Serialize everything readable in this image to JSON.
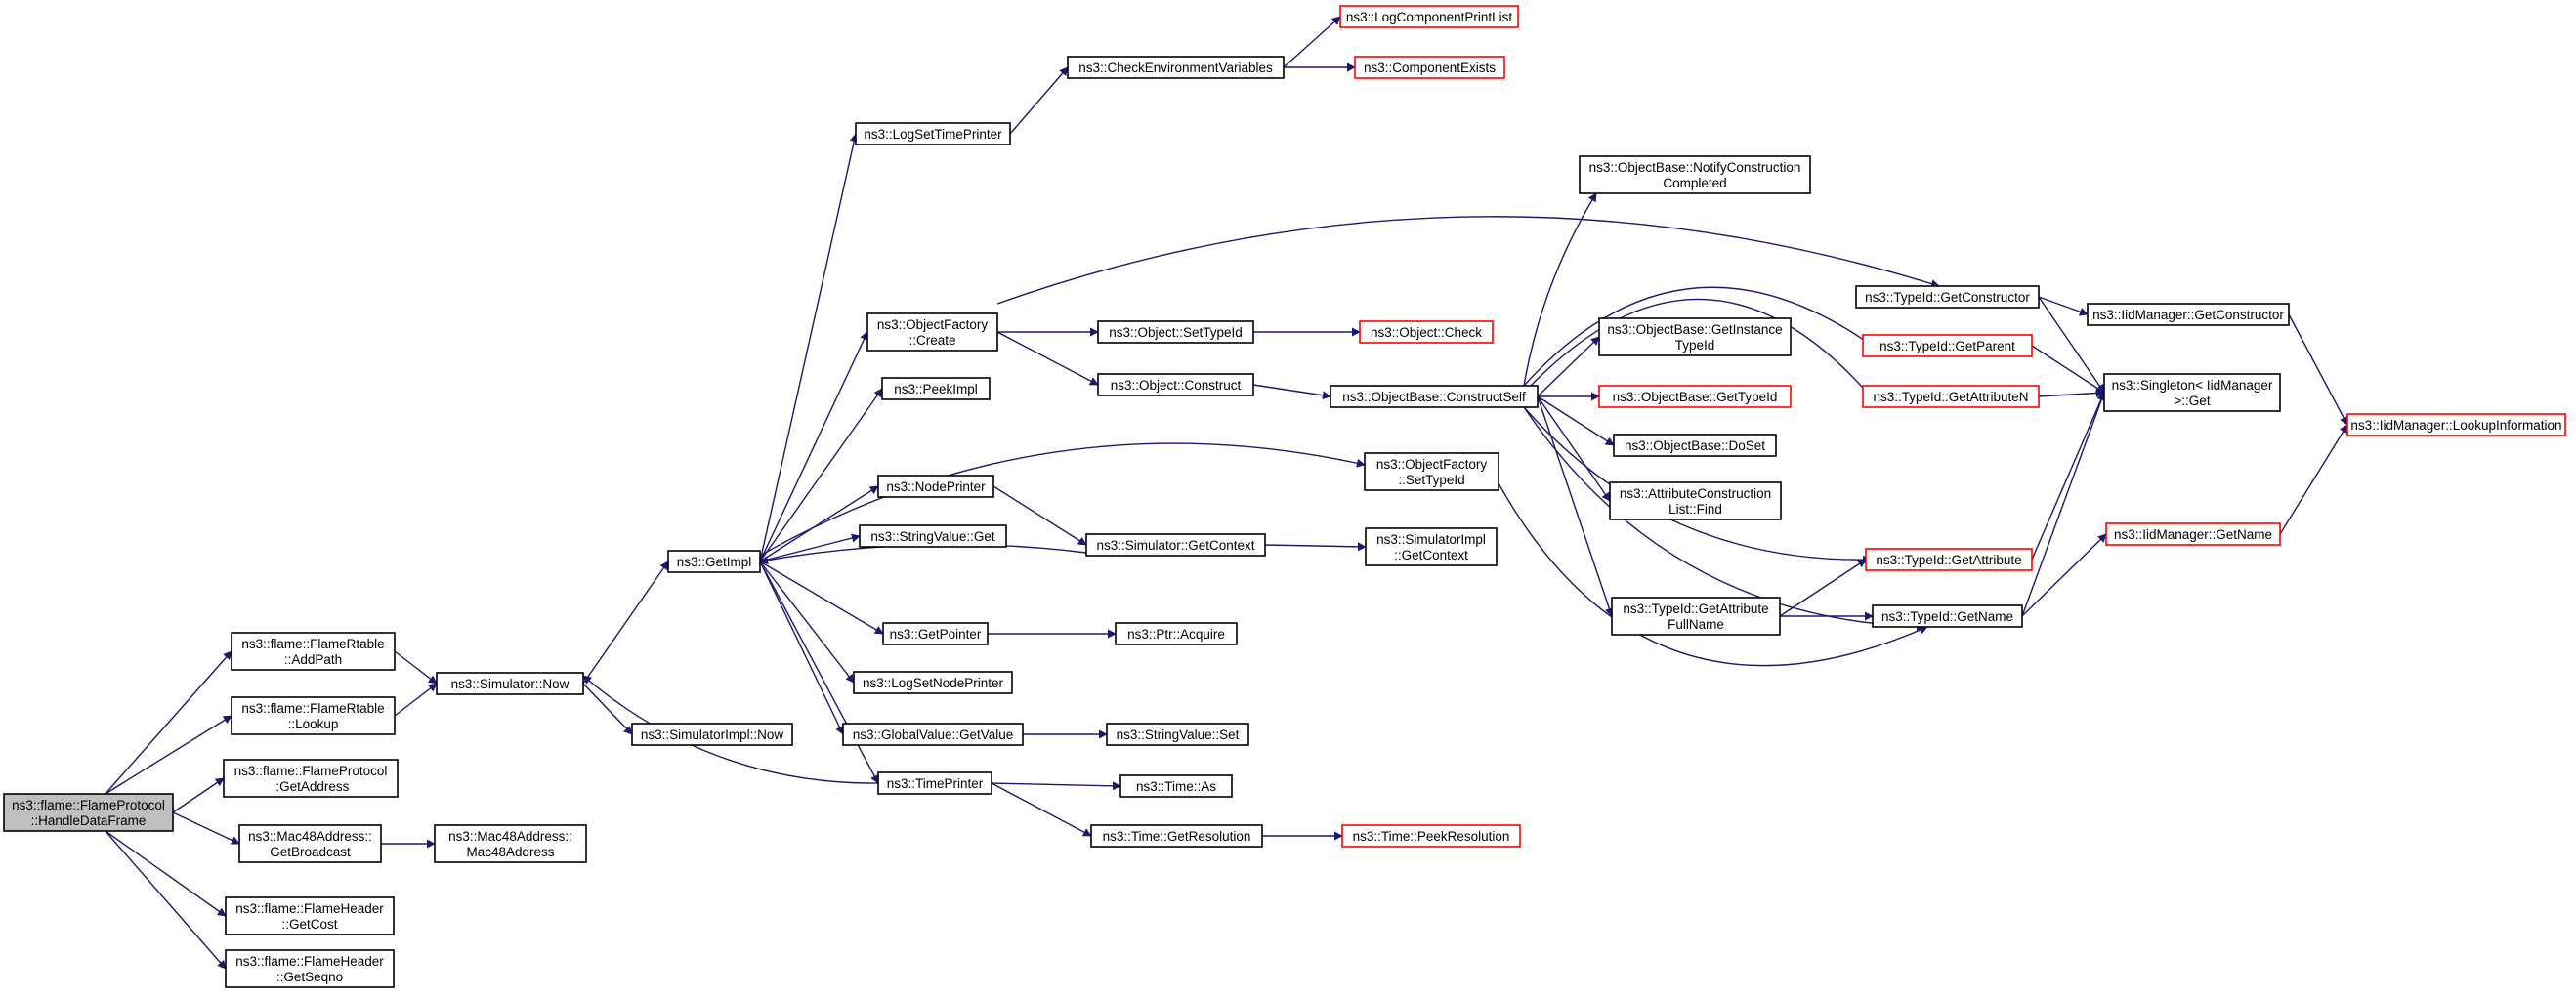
{
  "colors": {
    "edge": "#191970",
    "box_border": "#000000",
    "truncated_border": "#ff0000",
    "root_fill": "#bfbfbf",
    "fill": "#ffffff",
    "background": "#ffffff"
  },
  "nodes": [
    {
      "id": "root",
      "lines": [
        "ns3::flame::FlameProtocol",
        "::HandleDataFrame"
      ],
      "style": "root"
    },
    {
      "id": "addPath",
      "lines": [
        "ns3::flame::FlameRtable",
        "::AddPath"
      ],
      "style": "normal"
    },
    {
      "id": "lookup",
      "lines": [
        "ns3::flame::FlameRtable",
        "::Lookup"
      ],
      "style": "normal"
    },
    {
      "id": "getAddress",
      "lines": [
        "ns3::flame::FlameProtocol",
        "::GetAddress"
      ],
      "style": "normal"
    },
    {
      "id": "getBroadcast",
      "lines": [
        "ns3::Mac48Address::",
        "GetBroadcast"
      ],
      "style": "normal"
    },
    {
      "id": "getCost",
      "lines": [
        "ns3::flame::FlameHeader",
        "::GetCost"
      ],
      "style": "normal"
    },
    {
      "id": "getSeqno",
      "lines": [
        "ns3::flame::FlameHeader",
        "::GetSeqno"
      ],
      "style": "normal"
    },
    {
      "id": "simNow",
      "lines": [
        "ns3::Simulator::Now"
      ],
      "style": "normal"
    },
    {
      "id": "mac48",
      "lines": [
        "ns3::Mac48Address::",
        "Mac48Address"
      ],
      "style": "normal"
    },
    {
      "id": "getImpl",
      "lines": [
        "ns3::GetImpl"
      ],
      "style": "normal"
    },
    {
      "id": "simImplNow",
      "lines": [
        "ns3::SimulatorImpl::Now"
      ],
      "style": "normal"
    },
    {
      "id": "logSetTimePrinter",
      "lines": [
        "ns3::LogSetTimePrinter"
      ],
      "style": "normal"
    },
    {
      "id": "objFactoryCreate",
      "lines": [
        "ns3::ObjectFactory",
        "::Create"
      ],
      "style": "normal"
    },
    {
      "id": "peekImpl",
      "lines": [
        "ns3::PeekImpl"
      ],
      "style": "normal"
    },
    {
      "id": "nodePrinter",
      "lines": [
        "ns3::NodePrinter"
      ],
      "style": "normal"
    },
    {
      "id": "stringValueGet",
      "lines": [
        "ns3::StringValue::Get"
      ],
      "style": "normal"
    },
    {
      "id": "getPointer",
      "lines": [
        "ns3::GetPointer"
      ],
      "style": "normal"
    },
    {
      "id": "logSetNodePrinter",
      "lines": [
        "ns3::LogSetNodePrinter"
      ],
      "style": "normal"
    },
    {
      "id": "globalValueGetValue",
      "lines": [
        "ns3::GlobalValue::GetValue"
      ],
      "style": "normal"
    },
    {
      "id": "timePrinter",
      "lines": [
        "ns3::TimePrinter"
      ],
      "style": "normal"
    },
    {
      "id": "checkEnv",
      "lines": [
        "ns3::CheckEnvironmentVariables"
      ],
      "style": "normal"
    },
    {
      "id": "logComponentPrintList",
      "lines": [
        "ns3::LogComponentPrintList"
      ],
      "style": "truncated"
    },
    {
      "id": "componentExists",
      "lines": [
        "ns3::ComponentExists"
      ],
      "style": "truncated"
    },
    {
      "id": "objectSetTypeId",
      "lines": [
        "ns3::Object::SetTypeId"
      ],
      "style": "normal"
    },
    {
      "id": "objectConstruct",
      "lines": [
        "ns3::Object::Construct"
      ],
      "style": "normal"
    },
    {
      "id": "simGetContext",
      "lines": [
        "ns3::Simulator::GetContext"
      ],
      "style": "normal"
    },
    {
      "id": "ptrAcquire",
      "lines": [
        "ns3::Ptr::Acquire"
      ],
      "style": "normal"
    },
    {
      "id": "stringValueSet",
      "lines": [
        "ns3::StringValue::Set"
      ],
      "style": "normal"
    },
    {
      "id": "timeAs",
      "lines": [
        "ns3::Time::As"
      ],
      "style": "normal"
    },
    {
      "id": "timeGetResolution",
      "lines": [
        "ns3::Time::GetResolution"
      ],
      "style": "normal"
    },
    {
      "id": "objectCheck",
      "lines": [
        "ns3::Object::Check"
      ],
      "style": "truncated"
    },
    {
      "id": "objBaseConstructSelf",
      "lines": [
        "ns3::ObjectBase::ConstructSelf"
      ],
      "style": "normal"
    },
    {
      "id": "objFactorySetTypeId",
      "lines": [
        "ns3::ObjectFactory",
        "::SetTypeId"
      ],
      "style": "normal"
    },
    {
      "id": "simImplGetContext",
      "lines": [
        "ns3::SimulatorImpl",
        "::GetContext"
      ],
      "style": "normal"
    },
    {
      "id": "timePeekResolution",
      "lines": [
        "ns3::Time::PeekResolution"
      ],
      "style": "truncated"
    },
    {
      "id": "notifyConstruction",
      "lines": [
        "ns3::ObjectBase::NotifyConstruction",
        "Completed"
      ],
      "style": "normal"
    },
    {
      "id": "getInstanceTypeId",
      "lines": [
        "ns3::ObjectBase::GetInstance",
        "TypeId"
      ],
      "style": "normal"
    },
    {
      "id": "objBaseGetTypeId",
      "lines": [
        "ns3::ObjectBase::GetTypeId"
      ],
      "style": "truncated"
    },
    {
      "id": "objBaseDoSet",
      "lines": [
        "ns3::ObjectBase::DoSet"
      ],
      "style": "normal"
    },
    {
      "id": "attrConstructionListFind",
      "lines": [
        "ns3::AttributeConstruction",
        "List::Find"
      ],
      "style": "normal"
    },
    {
      "id": "typeIdGetAttrFullName",
      "lines": [
        "ns3::TypeId::GetAttribute",
        "FullName"
      ],
      "style": "normal"
    },
    {
      "id": "typeIdGetConstructor",
      "lines": [
        "ns3::TypeId::GetConstructor"
      ],
      "style": "normal"
    },
    {
      "id": "typeIdGetParent",
      "lines": [
        "ns3::TypeId::GetParent"
      ],
      "style": "truncated"
    },
    {
      "id": "typeIdGetAttributeN",
      "lines": [
        "ns3::TypeId::GetAttributeN"
      ],
      "style": "truncated"
    },
    {
      "id": "typeIdGetAttribute",
      "lines": [
        "ns3::TypeId::GetAttribute"
      ],
      "style": "truncated"
    },
    {
      "id": "typeIdGetName",
      "lines": [
        "ns3::TypeId::GetName"
      ],
      "style": "normal"
    },
    {
      "id": "iidGetConstructor",
      "lines": [
        "ns3::IidManager::GetConstructor"
      ],
      "style": "normal"
    },
    {
      "id": "singletonGet",
      "lines": [
        "ns3::Singleton< IidManager",
        ">::Get"
      ],
      "style": "normal"
    },
    {
      "id": "iidGetName",
      "lines": [
        "ns3::IidManager::GetName"
      ],
      "style": "truncated"
    },
    {
      "id": "iidLookupInformation",
      "lines": [
        "ns3::IidManager::LookupInformation"
      ],
      "style": "truncated"
    }
  ],
  "edges": [
    {
      "from": "root",
      "to": "addPath"
    },
    {
      "from": "root",
      "to": "lookup"
    },
    {
      "from": "root",
      "to": "getAddress"
    },
    {
      "from": "root",
      "to": "getBroadcast"
    },
    {
      "from": "root",
      "to": "getCost"
    },
    {
      "from": "root",
      "to": "getSeqno"
    },
    {
      "from": "addPath",
      "to": "simNow"
    },
    {
      "from": "lookup",
      "to": "simNow"
    },
    {
      "from": "getBroadcast",
      "to": "mac48"
    },
    {
      "from": "simNow",
      "to": "getImpl"
    },
    {
      "from": "simNow",
      "to": "simImplNow"
    },
    {
      "from": "getImpl",
      "to": "logSetTimePrinter"
    },
    {
      "from": "getImpl",
      "to": "objFactoryCreate"
    },
    {
      "from": "getImpl",
      "to": "peekImpl"
    },
    {
      "from": "getImpl",
      "to": "objFactorySetTypeId"
    },
    {
      "from": "getImpl",
      "to": "nodePrinter"
    },
    {
      "from": "getImpl",
      "to": "stringValueGet"
    },
    {
      "from": "getImpl",
      "to": "getPointer"
    },
    {
      "from": "getImpl",
      "to": "logSetNodePrinter"
    },
    {
      "from": "getImpl",
      "to": "globalValueGetValue"
    },
    {
      "from": "getImpl",
      "to": "timePrinter"
    },
    {
      "from": "simGetContext",
      "to": "getImpl"
    },
    {
      "from": "timePrinter",
      "to": "simNow"
    },
    {
      "from": "logSetTimePrinter",
      "to": "checkEnv"
    },
    {
      "from": "checkEnv",
      "to": "logComponentPrintList"
    },
    {
      "from": "checkEnv",
      "to": "componentExists"
    },
    {
      "from": "objFactoryCreate",
      "to": "objectSetTypeId"
    },
    {
      "from": "objFactoryCreate",
      "to": "objectConstruct"
    },
    {
      "from": "objFactoryCreate",
      "to": "typeIdGetConstructor"
    },
    {
      "from": "objectSetTypeId",
      "to": "objectCheck"
    },
    {
      "from": "objectConstruct",
      "to": "objBaseConstructSelf"
    },
    {
      "from": "nodePrinter",
      "to": "simGetContext"
    },
    {
      "from": "simGetContext",
      "to": "simImplGetContext"
    },
    {
      "from": "getPointer",
      "to": "ptrAcquire"
    },
    {
      "from": "globalValueGetValue",
      "to": "stringValueSet"
    },
    {
      "from": "timePrinter",
      "to": "timeAs"
    },
    {
      "from": "timePrinter",
      "to": "timeGetResolution"
    },
    {
      "from": "timeGetResolution",
      "to": "timePeekResolution"
    },
    {
      "from": "objBaseConstructSelf",
      "to": "notifyConstruction"
    },
    {
      "from": "objBaseConstructSelf",
      "to": "getInstanceTypeId"
    },
    {
      "from": "objBaseConstructSelf",
      "to": "objBaseGetTypeId"
    },
    {
      "from": "objBaseConstructSelf",
      "to": "objBaseDoSet"
    },
    {
      "from": "objBaseConstructSelf",
      "to": "attrConstructionListFind"
    },
    {
      "from": "objBaseConstructSelf",
      "to": "typeIdGetAttrFullName"
    },
    {
      "from": "objBaseConstructSelf",
      "to": "typeIdGetParent"
    },
    {
      "from": "objBaseConstructSelf",
      "to": "typeIdGetAttributeN"
    },
    {
      "from": "objBaseConstructSelf",
      "to": "typeIdGetAttribute"
    },
    {
      "from": "objBaseConstructSelf",
      "to": "typeIdGetName"
    },
    {
      "from": "objFactorySetTypeId",
      "to": "typeIdGetName"
    },
    {
      "from": "typeIdGetAttrFullName",
      "to": "typeIdGetAttribute"
    },
    {
      "from": "typeIdGetAttrFullName",
      "to": "typeIdGetName"
    },
    {
      "from": "typeIdGetConstructor",
      "to": "iidGetConstructor"
    },
    {
      "from": "typeIdGetConstructor",
      "to": "singletonGet"
    },
    {
      "from": "typeIdGetParent",
      "to": "singletonGet"
    },
    {
      "from": "typeIdGetAttributeN",
      "to": "singletonGet"
    },
    {
      "from": "typeIdGetAttribute",
      "to": "singletonGet"
    },
    {
      "from": "typeIdGetName",
      "to": "singletonGet"
    },
    {
      "from": "typeIdGetName",
      "to": "iidGetName"
    },
    {
      "from": "iidGetConstructor",
      "to": "iidLookupInformation"
    },
    {
      "from": "iidGetName",
      "to": "iidLookupInformation"
    }
  ]
}
